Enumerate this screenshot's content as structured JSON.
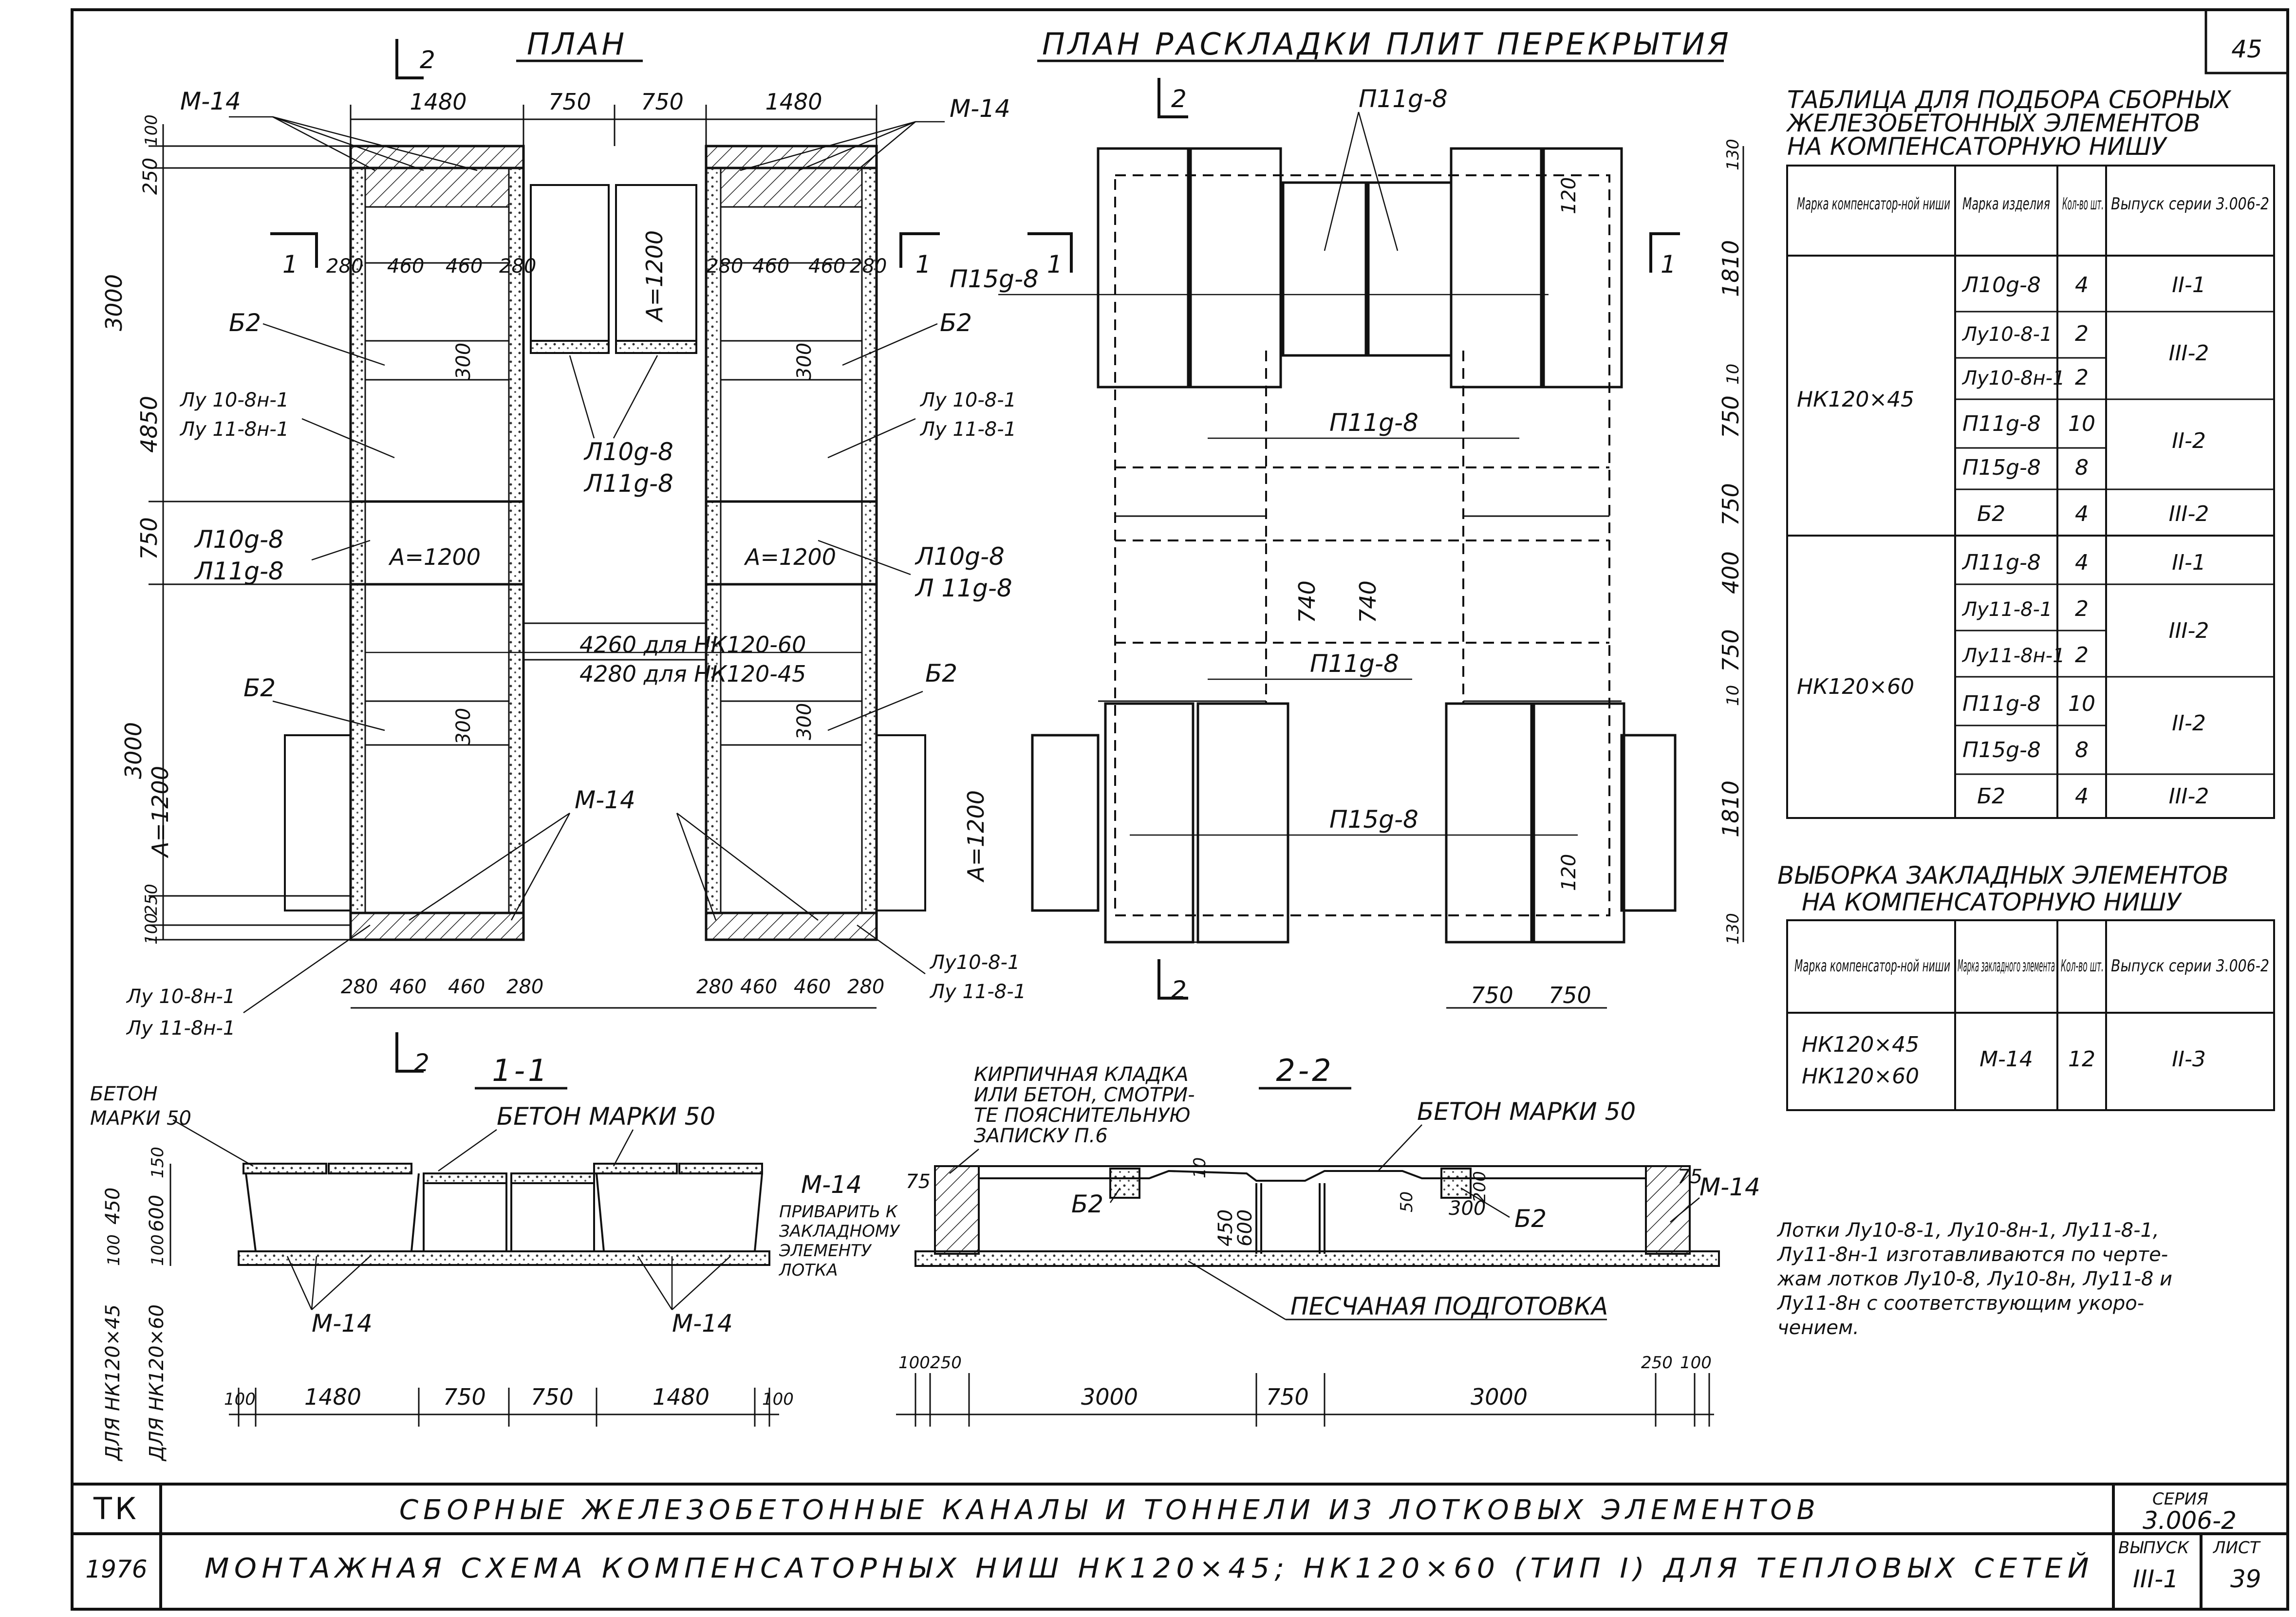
{
  "sheet": {
    "page_number": "45",
    "plan_title": "ПЛАН",
    "layout_title": "ПЛАН РАСКЛАДКИ ПЛИТ ПЕРЕКРЫТИЯ",
    "section_11_title": "1-1",
    "section_22_title": "2-2"
  },
  "plan": {
    "top_dims": [
      "1480",
      "750",
      "750",
      "1480"
    ],
    "left_dims": [
      "100",
      "250",
      "3000",
      "4850",
      "750",
      "3000",
      "A=1200",
      "250",
      "100"
    ],
    "bottom_dims_left": [
      "280",
      "460",
      "460",
      "280"
    ],
    "bottom_dims_right": [
      "280",
      "460",
      "460",
      "280"
    ],
    "upper_dims_left": [
      "280",
      "460",
      "460",
      "280"
    ],
    "upper_dims_right": [
      "280",
      "460",
      "460",
      "280"
    ],
    "cut_1": "1",
    "cut_2": "2",
    "label_m14_left": "М-14",
    "label_m14_right": "М-14",
    "label_m14_bottom": "М-14",
    "label_b2_1": "Б2",
    "label_b2_2": "Б2",
    "label_b2_3": "Б2",
    "label_b2_4": "Б2",
    "label_lu_left_a": "Лу 10-8н-1",
    "label_lu_left_b": "Лу 11-8н-1",
    "label_lu_right_a": "Лу 10-8-1",
    "label_lu_right_b": "Лу 11-8-1",
    "label_l10_left": "Л10g-8",
    "label_l11_left": "Л11g-8",
    "label_l10_right": "Л10g-8",
    "label_l11_right": "Л 11g-8",
    "label_l10_mid": "Л10g-8",
    "label_l11_mid": "Л11g-8",
    "a1200_1": "A=1200",
    "a1200_2": "A=1200",
    "a1200_3": "A=1200",
    "a1200_4": "A=1200",
    "a1200_5": "A=1200",
    "d300_1": "300",
    "d300_2": "300",
    "d300_3": "300",
    "d300_4": "300",
    "span_60": "4260 для НК120-60",
    "span_45": "4280 для НК120-45",
    "bottom_lu_left_a": "Лу 10-8н-1",
    "bottom_lu_left_b": "Лу 11-8н-1",
    "bottom_lu_right_a": "Лу10-8-1",
    "bottom_lu_right_b": "Лу 11-8-1"
  },
  "layout": {
    "label_p11_top": "П11g-8",
    "label_p15_top": "П15g-8",
    "label_p11_mid": "П11g-8",
    "label_p11_low": "П11g-8",
    "label_p15_low": "П15g-8",
    "right_dims": [
      "130",
      "1810",
      "10",
      "750",
      "750",
      "400",
      "750",
      "10",
      "1810",
      "130"
    ],
    "inner_dims": [
      "120",
      "740",
      "740",
      "120"
    ],
    "bottom_dims": [
      "750",
      "750"
    ],
    "cut_1": "1",
    "cut_2": "2"
  },
  "table1": {
    "title_lines": [
      "ТАБЛИЦА ДЛЯ ПОДБОРА СБОРНЫХ",
      "ЖЕЛЕЗОБЕТОННЫХ ЭЛЕМЕНТОВ",
      "НА КОМПЕНСАТОРНУЮ НИШУ"
    ],
    "headers": [
      "Марка компенсатор-ной ниши",
      "Марка изделия",
      "Кол-во шт.",
      "Выпуск серии 3.006-2"
    ],
    "groups": [
      {
        "niche": "НК120×45",
        "rows": [
          {
            "mark": "Л10g-8",
            "qty": "4",
            "issue": "II-1"
          },
          {
            "mark": "Лу10-8-1",
            "qty": "2",
            "issue": "III-2"
          },
          {
            "mark": "Лу10-8н-1",
            "qty": "2",
            "issue": ""
          },
          {
            "mark": "П11g-8",
            "qty": "10",
            "issue": "II-2"
          },
          {
            "mark": "П15g-8",
            "qty": "8",
            "issue": ""
          },
          {
            "mark": "Б2",
            "qty": "4",
            "issue": "III-2"
          }
        ]
      },
      {
        "niche": "НК120×60",
        "rows": [
          {
            "mark": "Л11g-8",
            "qty": "4",
            "issue": "II-1"
          },
          {
            "mark": "Лу11-8-1",
            "qty": "2",
            "issue": "III-2"
          },
          {
            "mark": "Лу11-8н-1",
            "qty": "2",
            "issue": ""
          },
          {
            "mark": "П11g-8",
            "qty": "10",
            "issue": "II-2"
          },
          {
            "mark": "П15g-8",
            "qty": "8",
            "issue": ""
          },
          {
            "mark": "Б2",
            "qty": "4",
            "issue": "III-2"
          }
        ]
      }
    ]
  },
  "table2": {
    "title_lines": [
      "ВЫБОРКА ЗАКЛАДНЫХ ЭЛЕМЕНТОВ",
      "НА КОМПЕНСАТОРНУЮ НИШУ"
    ],
    "headers": [
      "Марка компенсатор-ной ниши",
      "Марка закладного элемента",
      "Кол-во шт.",
      "Выпуск серии 3.006-2"
    ],
    "niche_a": "НК120×45",
    "niche_b": "НК120×60",
    "element": "М-14",
    "qty": "12",
    "issue": "II-3"
  },
  "section11": {
    "beton_left": "БЕТОН",
    "beton_left_2": "МАРКИ 50",
    "beton_top": "БЕТОН МАРКИ 50",
    "m14_a": "М-14",
    "m14_b": "М-14",
    "m14_weld": "М-14",
    "weld_note": [
      "ПРИВАРИТЬ К",
      "ЗАКЛАДНОМУ",
      "ЭЛЕМЕНТУ",
      "ЛОТКА"
    ],
    "dims_vertical": [
      "150",
      "450",
      "600",
      "100",
      "100"
    ],
    "dims_bottom": [
      "100",
      "1480",
      "750",
      "750",
      "1480",
      "100"
    ],
    "for_45": "ДЛЯ НК120×45",
    "for_60": "ДЛЯ НК120×60"
  },
  "section22": {
    "brick_note": [
      "КИРПИЧНАЯ КЛАДКА",
      "ИЛИ БЕТОН, СМОТРИ-",
      "ТЕ ПОЯСНИТЕЛЬНУЮ",
      "ЗАПИСКУ П.6"
    ],
    "beton_top": "БЕТОН МАРКИ 50",
    "b2_a": "Б2",
    "b2_b": "Б2",
    "m14": "М-14",
    "sand": "ПЕСЧАНАЯ ПОДГОТОВКА",
    "dims_inner": [
      "75",
      "450",
      "600",
      "10",
      "50",
      "300",
      "200",
      "75"
    ],
    "dims_bottom": [
      "100",
      "250",
      "3000",
      "750",
      "3000",
      "250",
      "100"
    ]
  },
  "note": [
    "Лотки Лу10-8-1, Лу10-8н-1, Лу11-8-1,",
    "Лу11-8н-1 изготавливаются по черте-",
    "жам лотков Лу10-8, Лу10-8н, Лу11-8 и",
    "Лу11-8н с соответствующим укоро-",
    "чением."
  ],
  "title_block": {
    "org": "ТК",
    "year": "1976",
    "line1": "СБОРНЫЕ ЖЕЛЕЗОБЕТОННЫЕ КАНАЛЫ И ТОННЕЛИ ИЗ ЛОТКОВЫХ ЭЛЕМЕНТОВ",
    "line2": "МОНТАЖНАЯ СХЕМА КОМПЕНСАТОРНЫХ НИШ НК120×45; НК120×60 (ТИП I) ДЛЯ ТЕПЛОВЫХ СЕТЕЙ",
    "series_label": "СЕРИЯ",
    "series": "3.006-2",
    "issue_label": "ВЫПУСК",
    "issue": "III-1",
    "sheet_label": "ЛИСТ",
    "sheet": "39"
  }
}
